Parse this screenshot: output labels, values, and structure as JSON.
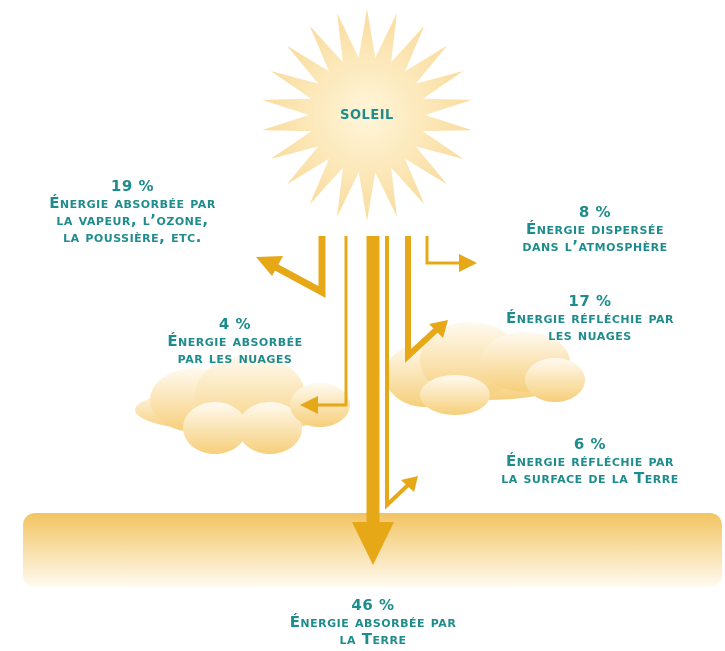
{
  "sun": {
    "label": "SOLEIL"
  },
  "colors": {
    "text": "#1e8c8c",
    "arrow": "#e6a817",
    "sun_fill": "#fbe7b2",
    "cloud_fill": "#f9dc9c",
    "ground_fill": "#f6d186"
  },
  "labels": {
    "vapor": {
      "pct": "19 %",
      "lines": [
        "Énergie absorbée par",
        "la vapeur, l’ozone,",
        "la poussière, etc."
      ]
    },
    "dispersed": {
      "pct": "8 %",
      "lines": [
        "Énergie dispersée",
        "dans l’atmosphère"
      ]
    },
    "clouds_absorbed": {
      "pct": "4 %",
      "lines": [
        "Énergie absorbée",
        "par les nuages"
      ]
    },
    "clouds_reflected": {
      "pct": "17 %",
      "lines": [
        "Énergie réfléchie par",
        "les nuages"
      ]
    },
    "surface_reflected": {
      "pct": "6 %",
      "lines": [
        "Énergie réfléchie par",
        "la surface de la Terre"
      ]
    },
    "earth_absorbed": {
      "pct": "46 %",
      "lines": [
        "Énergie absorbée par",
        "la Terre"
      ]
    }
  }
}
